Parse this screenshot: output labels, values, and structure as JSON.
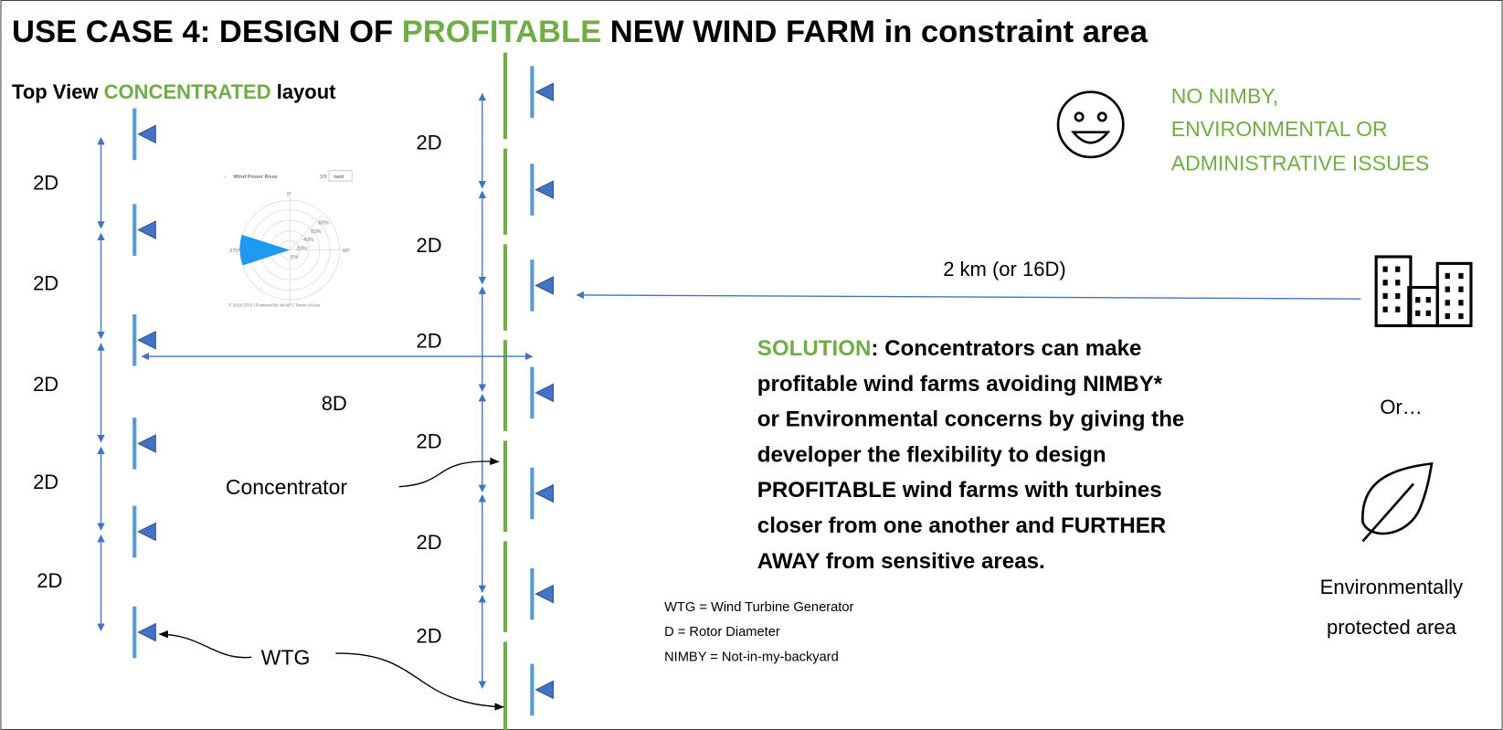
{
  "title": {
    "part1": "USE CASE 4: DESIGN OF ",
    "highlight": "PROFITABLE",
    "part2": " NEW WIND FARM in constraint area"
  },
  "subtitle": {
    "part1": "Top View ",
    "highlight": "CONCENTRATED",
    "part2": " layout"
  },
  "left_spacing_labels": [
    "2D",
    "2D",
    "2D",
    "2D",
    "2D"
  ],
  "middle_spacing_labels": [
    "2D",
    "2D",
    "2D",
    "2D",
    "2D",
    "2D"
  ],
  "row_spacing_label": "8D",
  "concentrator_label": "Concentrator",
  "wtg_label": "WTG",
  "distance_label": "2 km (or 16D)",
  "wind_rose": {
    "title": "Wind Power Rose",
    "page": "3/9",
    "next": "next",
    "back": "‹",
    "angles": [
      "0°",
      "90°",
      "270°"
    ],
    "rings": [
      "0%",
      "20%",
      "40%",
      "60%",
      "80%"
    ],
    "footer": "© 2019  DTU  |  Powered by WAsP  |  Terms of Use"
  },
  "benefits": [
    "NO NIMBY,",
    "ENVIRONMENTAL OR",
    "ADMINISTRATIVE ISSUES"
  ],
  "or_label": "Or…",
  "protected_area": [
    "Environmentally",
    "protected area"
  ],
  "solution": {
    "label": "SOLUTION",
    "lines": [
      ": Concentrators can make",
      "profitable wind farms avoiding NIMBY*",
      "or Environmental concerns by giving the",
      "developer the flexibility to design",
      "PROFITABLE wind farms with turbines",
      "closer from one another and FURTHER",
      "AWAY from sensitive areas."
    ]
  },
  "legend": [
    "WTG = Wind Turbine Generator",
    "D = Rotor Diameter",
    "NIMBY = Not-in-my-backyard"
  ],
  "colors": {
    "green": "#70ad47",
    "blue": "#4472c4",
    "turbine": "#5b9bd5",
    "rose": "#1e9bf0"
  }
}
